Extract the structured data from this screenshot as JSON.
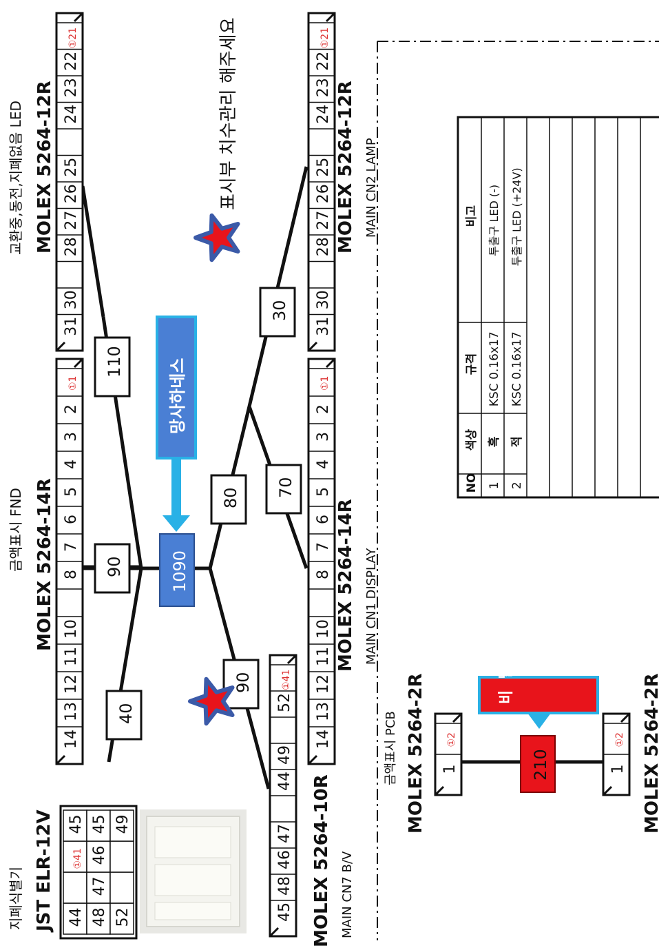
{
  "connectors": {
    "fnd": {
      "label": "금액표시 FND",
      "model": "MOLEX 5264-14R",
      "pins": [
        "14",
        "13",
        "12",
        "11",
        "10",
        "",
        "8",
        "7",
        "6",
        "5",
        "4",
        "3",
        "2",
        "①1"
      ]
    },
    "cn2": {
      "label": "교환중,동전,지폐없음 LED",
      "model": "MOLEX 5264-12R",
      "pins": [
        "31",
        "30",
        "",
        "28",
        "27",
        "26",
        "25",
        "",
        "24",
        "23",
        "22",
        "①21"
      ]
    },
    "cn1": {
      "label": "MAIN CN1 DISPLAY",
      "model": "MOLEX 5264-14R",
      "pins": [
        "14",
        "13",
        "12",
        "11",
        "10",
        "",
        "8",
        "7",
        "6",
        "5",
        "4",
        "3",
        "2",
        "①1"
      ]
    },
    "cn2lamp": {
      "label": "MAIN CN2 LAMP",
      "model": "MOLEX 5264-12R",
      "pins": [
        "31",
        "30",
        "",
        "28",
        "27",
        "26",
        "25",
        "",
        "24",
        "23",
        "22",
        "①21"
      ]
    },
    "cn7": {
      "label": "MAIN CN7 B/V",
      "model": "MOLEX 5264-10R",
      "pins": [
        "45",
        "48",
        "46",
        "47",
        "",
        "44",
        "49",
        "",
        "52",
        "①41"
      ]
    },
    "jst": {
      "label": "지폐식별기",
      "model": "JST ELR-12V",
      "grid": [
        [
          "44",
          "",
          "①41",
          "45"
        ],
        [
          "48",
          "47",
          "46",
          "45"
        ],
        [
          "52",
          "",
          "",
          "49"
        ]
      ]
    },
    "pcb": {
      "label": "금액표시 PCB",
      "model": "MOLEX 5264-2R",
      "pins": [
        "1",
        "①2"
      ]
    },
    "bottom": {
      "model": "MOLEX 5264-2R",
      "pins": [
        "1",
        "①2"
      ]
    }
  },
  "lengths": {
    "l110": "110",
    "l90a": "90",
    "l40": "40",
    "l1090": "1090",
    "l80": "80",
    "l70": "70",
    "l30": "30",
    "l90b": "90",
    "l210": "210"
  },
  "callouts": {
    "harness": "망사하네스",
    "tube": "비닐튜브",
    "note": "표시부 치수관리 해주세요"
  },
  "table": {
    "headers": [
      "NO",
      "색상",
      "규격",
      "비고"
    ],
    "rows": [
      [
        "1",
        "흑",
        "KSC 0.16x17",
        "투출구 LED (-)"
      ],
      [
        "2",
        "적",
        "KSC 0.16x17",
        "투출구 LED (+24V)"
      ],
      [
        "",
        "",
        "",
        ""
      ],
      [
        "",
        "",
        "",
        ""
      ],
      [
        "",
        "",
        "",
        ""
      ],
      [
        "",
        "",
        "",
        ""
      ],
      [
        "",
        "",
        "",
        ""
      ],
      [
        "",
        "",
        "",
        ""
      ]
    ]
  },
  "colors": {
    "harness_blue": "#4a7fd4",
    "cyan": "#29b1e6",
    "red": "#e8141b",
    "star_red": "#e8141b",
    "star_blue": "#3b5aa8"
  }
}
